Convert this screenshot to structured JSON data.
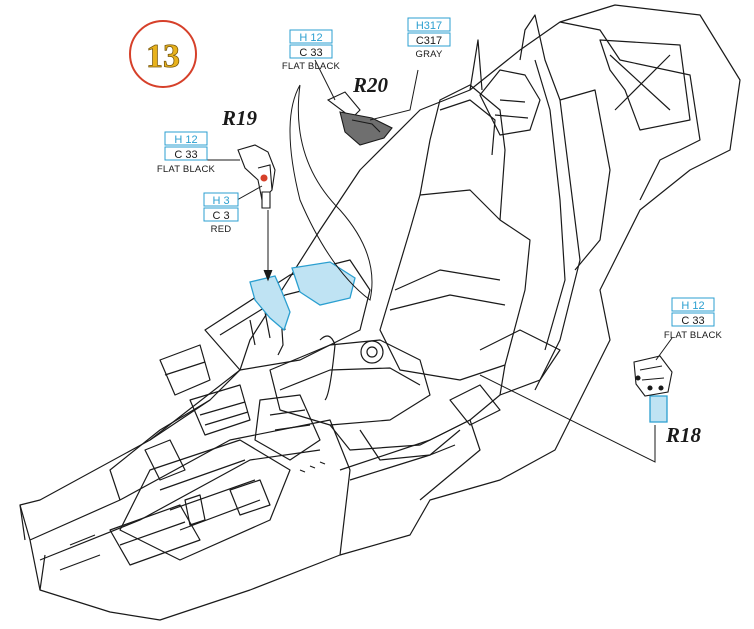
{
  "colors": {
    "line": "#1a1a1a",
    "highlight": "#2b9fd0",
    "highlight_fill": "#bfe3f3",
    "step_circle": "#d6402a",
    "step_text": "#e8b21c",
    "gray_part": "#6f6f6f"
  },
  "step": {
    "number": "13"
  },
  "parts": [
    {
      "id": "R19",
      "label": "R19"
    },
    {
      "id": "R20",
      "label": "R20"
    },
    {
      "id": "R18",
      "label": "R18"
    }
  ],
  "paint_callouts": [
    {
      "id": "r19-black",
      "h": "H 12",
      "c": "C 33",
      "name": "FLAT BLACK"
    },
    {
      "id": "r19-red",
      "h": "H 3",
      "c": "C 3",
      "name": "RED"
    },
    {
      "id": "r20-black",
      "h": "H 12",
      "c": "C 33",
      "name": "FLAT BLACK"
    },
    {
      "id": "r20-gray",
      "h": "H317",
      "c": "C317",
      "name": "GRAY"
    },
    {
      "id": "r18-black",
      "h": "H 12",
      "c": "C 33",
      "name": "FLAT BLACK"
    }
  ]
}
